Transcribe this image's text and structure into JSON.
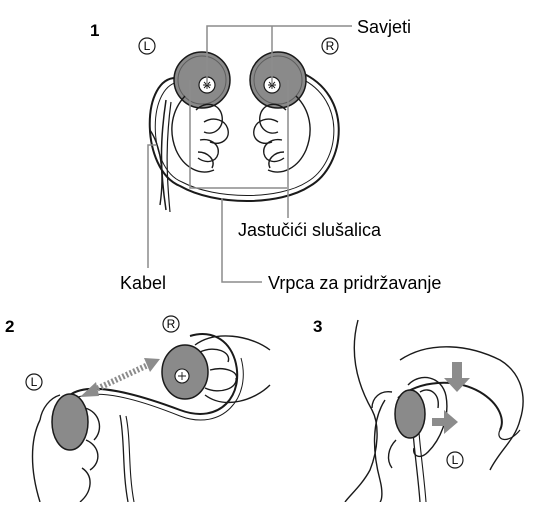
{
  "figure1": {
    "step": "1",
    "left_mark": "L",
    "right_mark": "R",
    "labels": {
      "tips": "Savjeti",
      "pads": "Jastučići slušalica",
      "cable": "Kabel",
      "band": "Vrpca za pridržavanje"
    }
  },
  "figure2": {
    "step": "2",
    "left_mark": "L",
    "right_mark": "R"
  },
  "figure3": {
    "step": "3",
    "left_mark": "L"
  },
  "colors": {
    "line": "#1a1a1a",
    "earpiece": "#8a8a8a",
    "arrow": "#8c8c8c",
    "background": "#ffffff"
  }
}
